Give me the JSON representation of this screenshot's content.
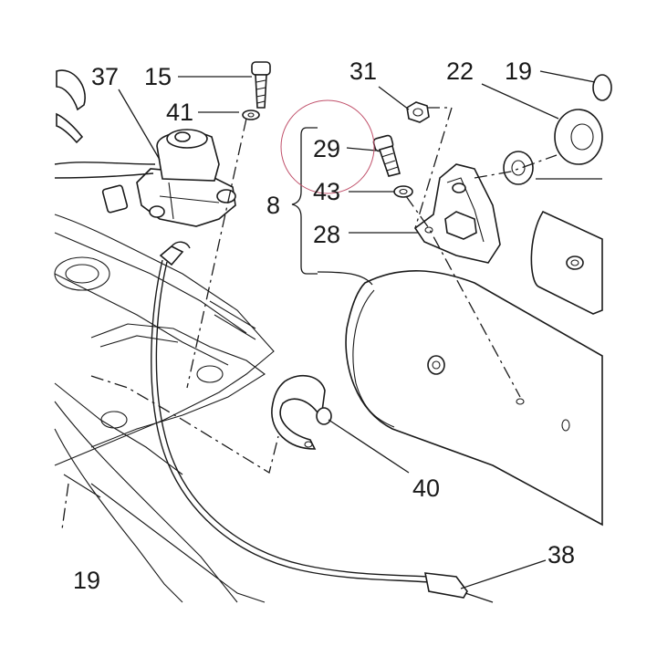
{
  "diagram": {
    "callouts": {
      "c37": "37",
      "c15": "15",
      "c41": "41",
      "c31": "31",
      "c22": "22",
      "c19_top": "19",
      "c29": "29",
      "c43": "43",
      "c8": "8",
      "c28": "28",
      "c40": "40",
      "c38": "38",
      "c19_bottom": "19"
    },
    "highlight_color": "#c0506a",
    "line_color": "#1a1a1a"
  }
}
